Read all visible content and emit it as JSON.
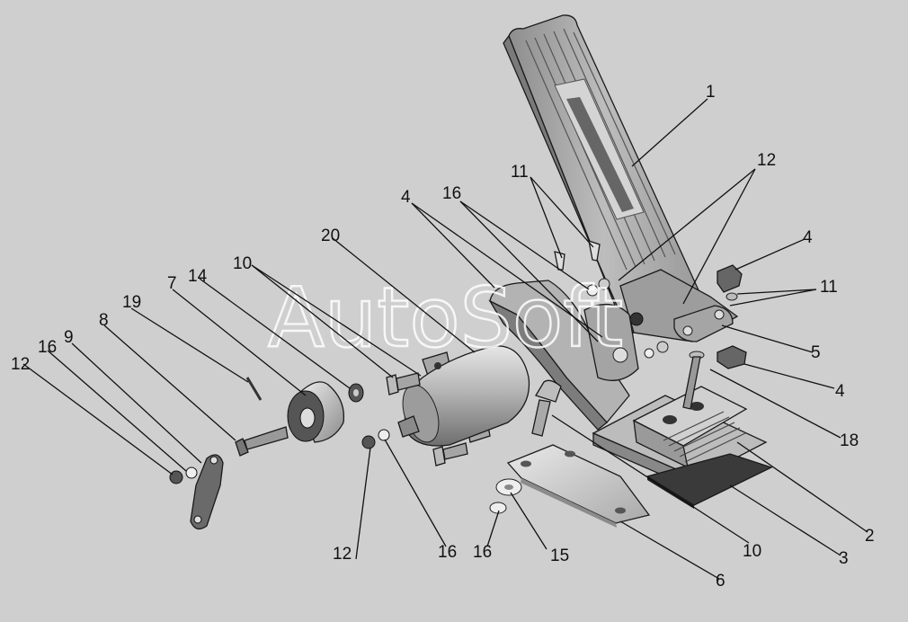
{
  "watermark": "AutoSoft",
  "callouts": [
    {
      "id": "c1",
      "text": "1"
    },
    {
      "id": "c12a",
      "text": "12"
    },
    {
      "id": "c11a",
      "text": "11"
    },
    {
      "id": "c16a",
      "text": "16"
    },
    {
      "id": "c4a",
      "text": "4"
    },
    {
      "id": "c20",
      "text": "20"
    },
    {
      "id": "c10a",
      "text": "10"
    },
    {
      "id": "c14",
      "text": "14"
    },
    {
      "id": "c7",
      "text": "7"
    },
    {
      "id": "c19",
      "text": "19"
    },
    {
      "id": "c8",
      "text": "8"
    },
    {
      "id": "c9",
      "text": "9"
    },
    {
      "id": "c16b",
      "text": "16"
    },
    {
      "id": "c12b",
      "text": "12"
    },
    {
      "id": "c4b",
      "text": "4"
    },
    {
      "id": "c11b",
      "text": "11"
    },
    {
      "id": "c5",
      "text": "5"
    },
    {
      "id": "c4c",
      "text": "4"
    },
    {
      "id": "c18",
      "text": "18"
    },
    {
      "id": "c2",
      "text": "2"
    },
    {
      "id": "c3",
      "text": "3"
    },
    {
      "id": "c10b",
      "text": "10"
    },
    {
      "id": "c6",
      "text": "6"
    },
    {
      "id": "c15",
      "text": "15"
    },
    {
      "id": "c16c",
      "text": "16"
    },
    {
      "id": "c16d",
      "text": "16"
    },
    {
      "id": "c12c",
      "text": "12"
    }
  ]
}
